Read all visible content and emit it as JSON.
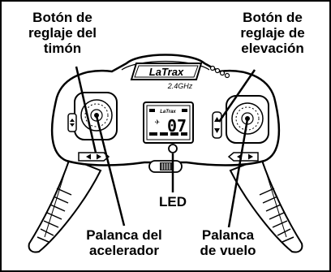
{
  "labels": {
    "rudder_trim": [
      "Botón de",
      "reglaje del",
      "timón"
    ],
    "elevator_trim": [
      "Botón de",
      "reglaje de",
      "elevación"
    ],
    "led": "LED",
    "throttle": [
      "Palanca del",
      "acelerador"
    ],
    "flight_stick": [
      "Palanca",
      "de vuelo"
    ]
  },
  "brand": {
    "logo": "LaTrax",
    "band": "2.4GHz"
  },
  "screen": {
    "logo": "LaTrax",
    "digits": "07"
  }
}
